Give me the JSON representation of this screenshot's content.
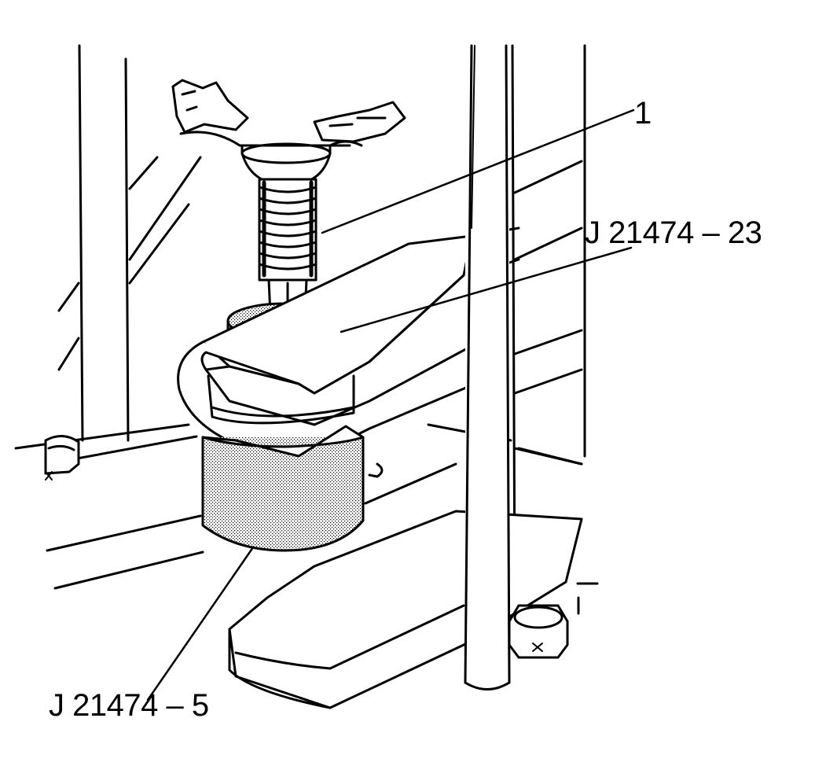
{
  "callouts": {
    "item_1": "1",
    "tool_23": "J 21474 – 23",
    "tool_5": "J 21474 – 5"
  },
  "colors": {
    "ink": "#000000",
    "paper": "#ffffff",
    "stipple": "#c7c7c7"
  }
}
